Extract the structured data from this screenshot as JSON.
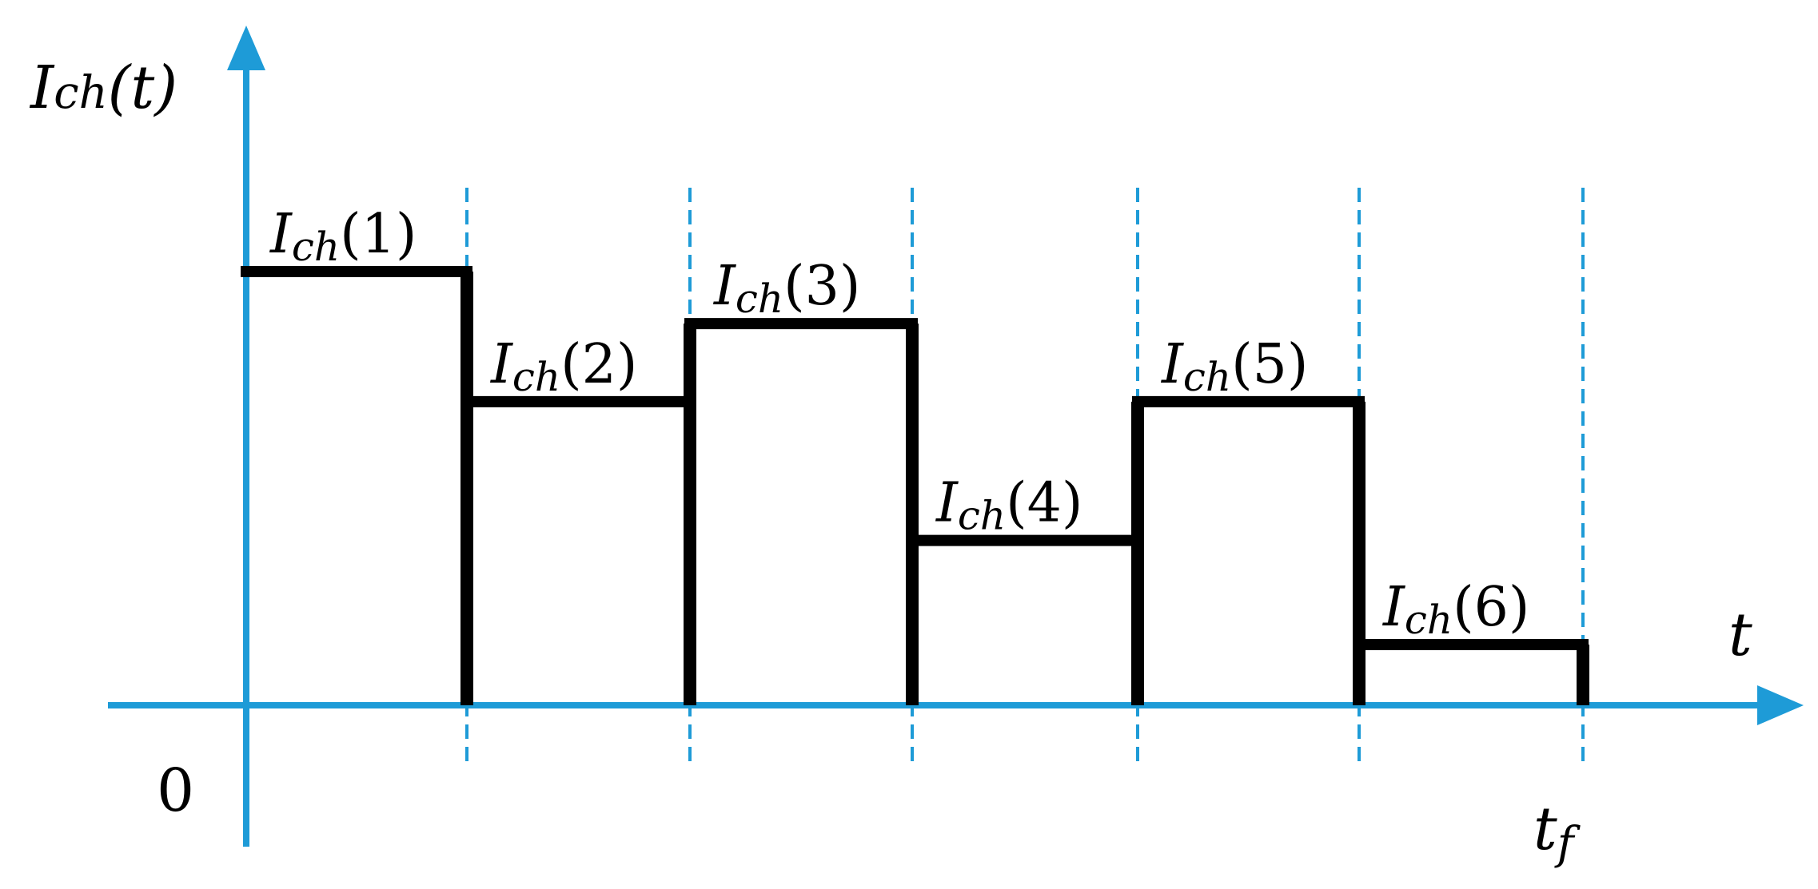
{
  "colors": {
    "axis": "#1e9bd7",
    "step": "#000000",
    "guide": "#1e9bd7",
    "background": "#ffffff"
  },
  "y_axis_label": {
    "base": "I",
    "sub": "ch",
    "arg": "(t)"
  },
  "x_axis_label": "t",
  "origin_label": "0",
  "end_label": {
    "base": "t",
    "sub": "f"
  },
  "chart_data": {
    "type": "step",
    "segments": [
      {
        "label": {
          "base": "I",
          "sub": "ch",
          "arg": "(1)"
        },
        "level": 5.0
      },
      {
        "label": {
          "base": "I",
          "sub": "ch",
          "arg": "(2)"
        },
        "level": 3.5
      },
      {
        "label": {
          "base": "I",
          "sub": "ch",
          "arg": "(3)"
        },
        "level": 4.4
      },
      {
        "label": {
          "base": "I",
          "sub": "ch",
          "arg": "(4)"
        },
        "level": 1.9
      },
      {
        "label": {
          "base": "I",
          "sub": "ch",
          "arg": "(5)"
        },
        "level": 3.5
      },
      {
        "label": {
          "base": "I",
          "sub": "ch",
          "arg": "(6)"
        },
        "level": 0.7
      }
    ]
  }
}
